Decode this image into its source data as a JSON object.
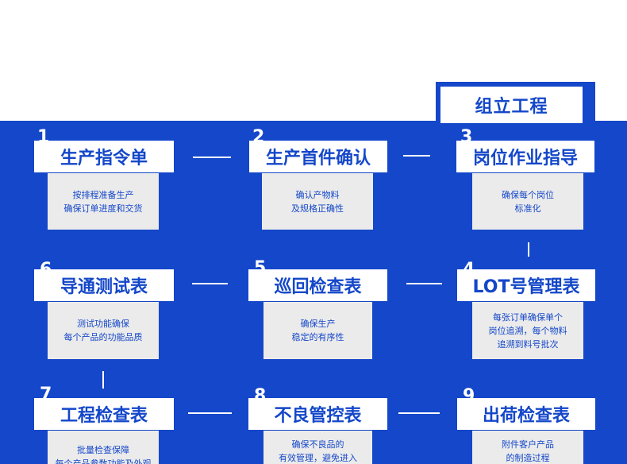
{
  "header": "组立工程",
  "steps": [
    {
      "num": "1",
      "title": "生产指令单",
      "desc": [
        "按排程准备生产",
        "确保订单进度和交货"
      ]
    },
    {
      "num": "2",
      "title": "生产首件确认",
      "desc": [
        "确认产物料",
        "及规格正确性"
      ]
    },
    {
      "num": "3",
      "title": "岗位作业指导",
      "desc": [
        "确保每个岗位",
        "标准化"
      ]
    },
    {
      "num": "4",
      "title": "LOT号管理表",
      "desc": [
        "每张订单确保单个",
        "岗位追溯，每个物料",
        "追溯到料号批次"
      ]
    },
    {
      "num": "5",
      "title": "巡回检查表",
      "desc": [
        "确保生产",
        "稳定的有序性"
      ]
    },
    {
      "num": "6",
      "title": "导通测试表",
      "desc": [
        "测试功能确保",
        "每个产品的功能品质"
      ]
    },
    {
      "num": "7",
      "title": "工程检查表",
      "desc": [
        "批量检查保障",
        "每个产品参数功能及外观"
      ]
    },
    {
      "num": "8",
      "title": "不良管控表",
      "desc": [
        "确保不良品的",
        "有效管理，避免进入"
      ]
    },
    {
      "num": "9",
      "title": "出荷检查表",
      "desc": [
        "附件客户产品",
        "的制造过程"
      ]
    }
  ]
}
